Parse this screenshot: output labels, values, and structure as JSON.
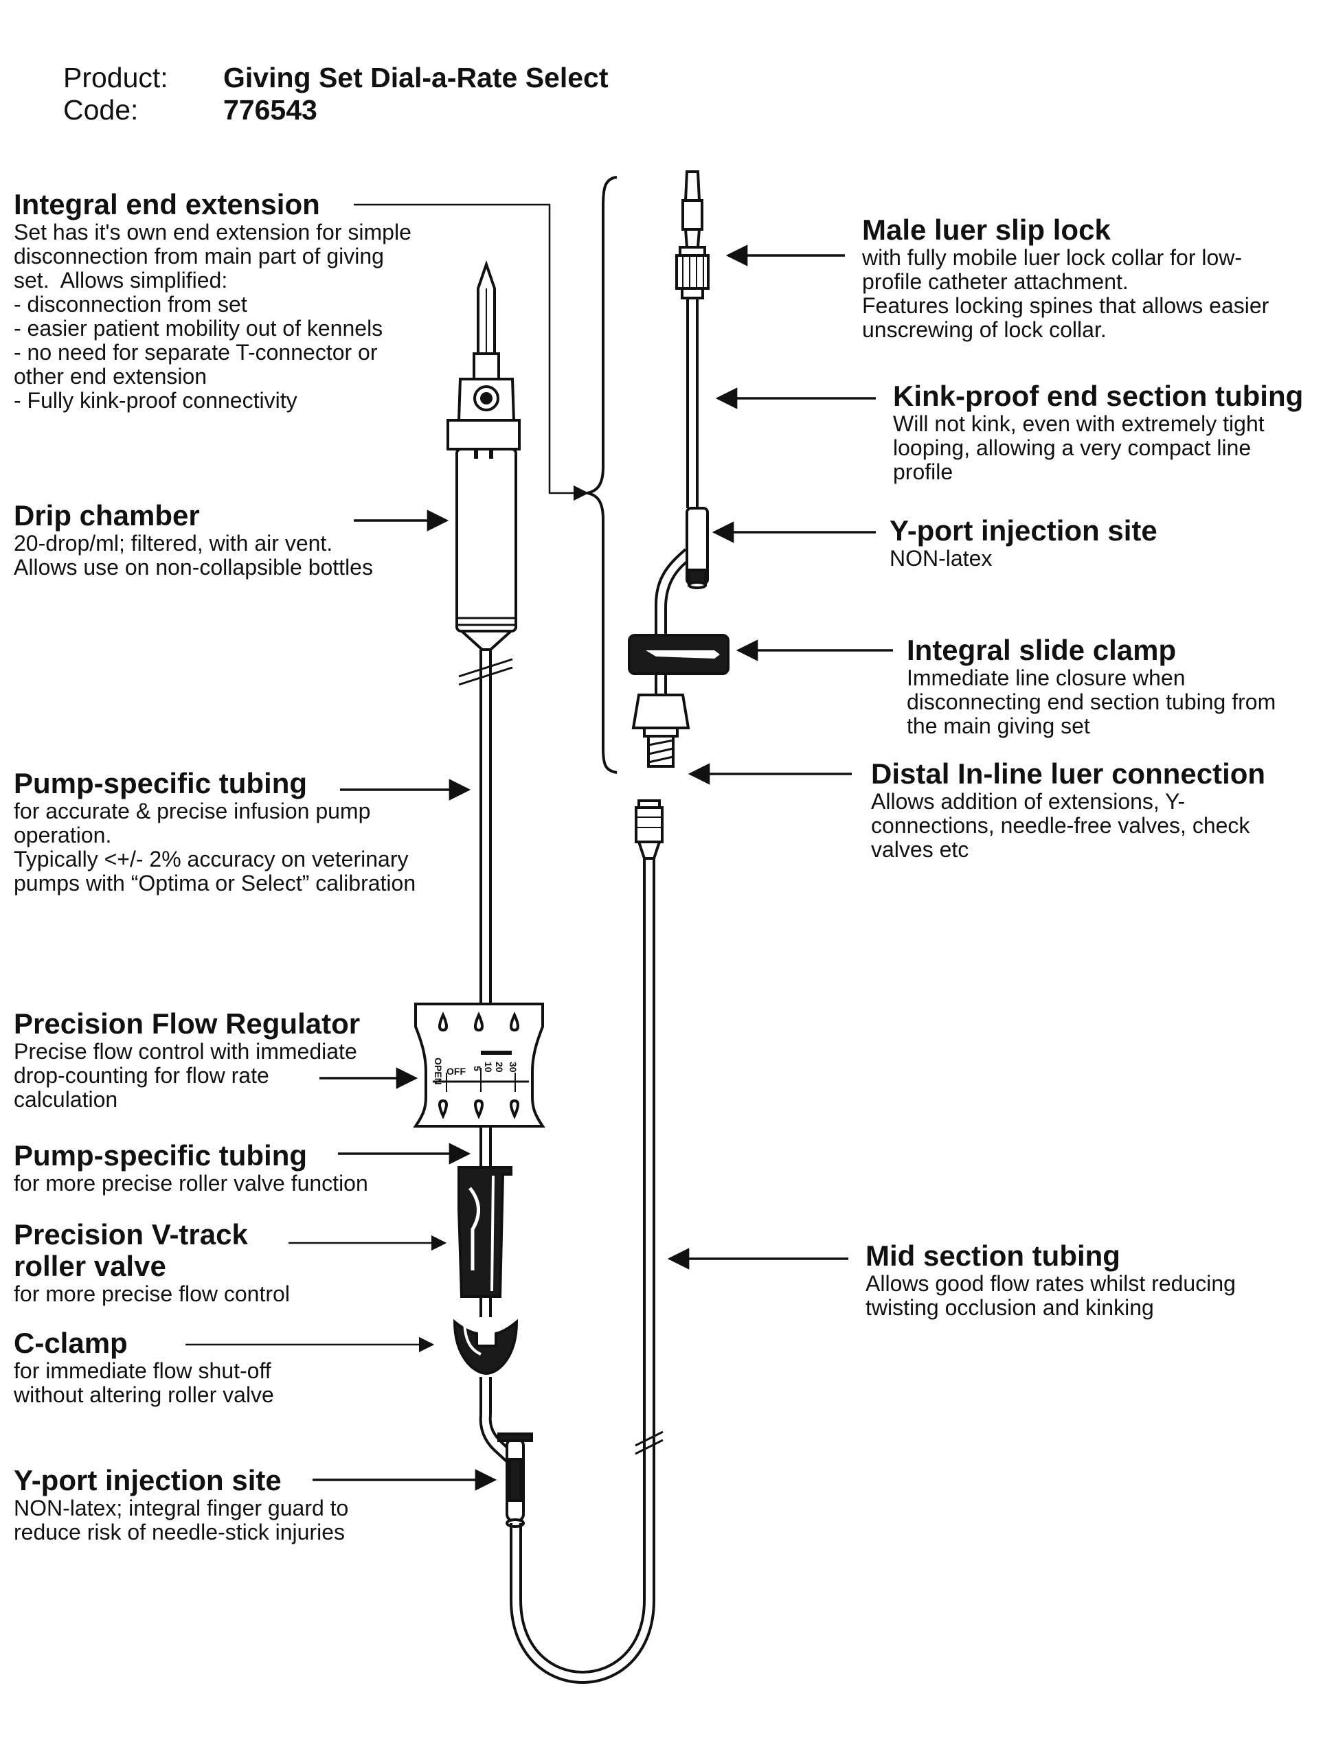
{
  "header": {
    "product_label": "Product:",
    "product_value": "Giving Set Dial-a-Rate Select",
    "code_label": "Code:",
    "code_value": "776543"
  },
  "labels": {
    "integral_end_extension": {
      "title": "Integral end extension",
      "desc": "Set has it's own end extension for simple\ndisconnection from main part of giving\nset.  Allows simplified:\n- disconnection from set\n- easier patient mobility out of kennels\n- no need for separate T-connector or\nother end extension\n- Fully kink-proof connectivity"
    },
    "drip_chamber": {
      "title": "Drip chamber",
      "desc": "20-drop/ml; filtered, with air vent.\nAllows use on non-collapsible bottles"
    },
    "pump_specific_tubing_1": {
      "title": "Pump-specific tubing",
      "desc": "for accurate & precise infusion pump\noperation.\nTypically <+/- 2% accuracy on veterinary\npumps with “Optima or Select” calibration"
    },
    "precision_flow_regulator": {
      "title": "Precision Flow Regulator",
      "desc": "Precise flow control with immediate\ndrop-counting for flow rate\ncalculation"
    },
    "pump_specific_tubing_2": {
      "title": "Pump-specific tubing",
      "desc": "for more precise roller valve function"
    },
    "roller_valve": {
      "title_line1": "Precision V-track",
      "title_line2": "roller valve",
      "desc": "for more precise flow control"
    },
    "c_clamp": {
      "title": "C-clamp",
      "desc": "for immediate flow shut-off\nwithout altering roller valve"
    },
    "y_port_lower": {
      "title": "Y-port injection site",
      "desc": "NON-latex; integral finger guard to\nreduce risk of needle-stick injuries"
    },
    "male_luer": {
      "title": "Male luer slip lock",
      "desc": "with fully mobile luer lock collar for low-\nprofile catheter attachment.\nFeatures locking spines that allows easier\nunscrewing of lock collar."
    },
    "kink_proof": {
      "title": "Kink-proof end section tubing",
      "desc": "Will not kink, even with extremely tight\nlooping, allowing a very compact line\nprofile"
    },
    "y_port_upper": {
      "title": "Y-port injection site",
      "desc": "NON-latex"
    },
    "slide_clamp": {
      "title": "Integral slide clamp",
      "desc": "Immediate line closure when\ndisconnecting end section tubing from\nthe main giving set"
    },
    "distal_luer": {
      "title": "Distal In-line luer connection",
      "desc": "Allows addition of extensions, Y-\nconnections, needle-free valves, check\nvalves etc"
    },
    "mid_section": {
      "title": "Mid section tubing",
      "desc": "Allows good flow rates whilst reducing\ntwisting occlusion and kinking"
    }
  },
  "regulator_scale": [
    "OPEN",
    "OFF",
    "5",
    "10",
    "20",
    "30"
  ],
  "colors": {
    "ink": "#111111",
    "paper": "#ffffff",
    "fill_dark": "#1a1a1a"
  }
}
